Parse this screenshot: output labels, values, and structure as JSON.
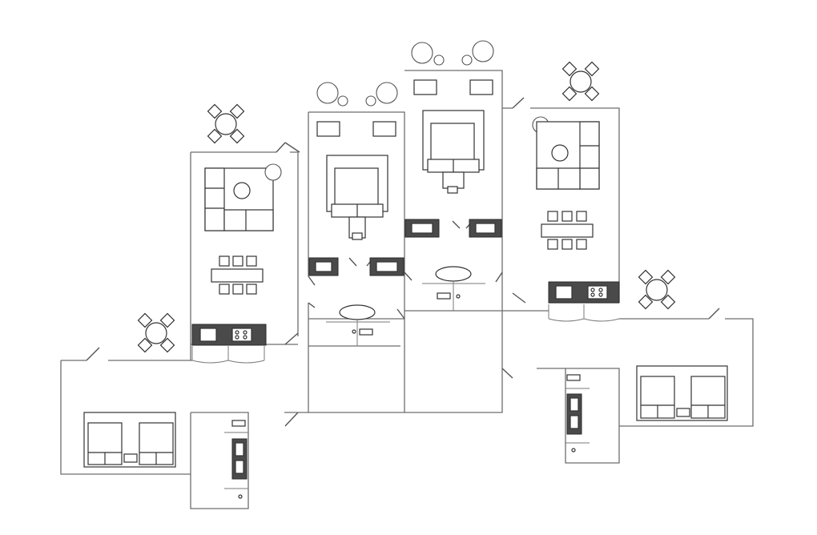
{
  "plan": {
    "kind": "apartment-block-floor-plan",
    "units": [
      {
        "id": "unit-1"
      },
      {
        "id": "unit-2"
      },
      {
        "id": "unit-3"
      },
      {
        "id": "unit-4"
      }
    ],
    "colors": {
      "wall": "#6e6e6e",
      "furniture": "#333333",
      "counter": "#4a4a4a",
      "background": "#ffffff"
    },
    "icons": [
      "bed-icon",
      "sofa-icon",
      "dining-table-icon",
      "kitchen-counter-icon",
      "patio-table-icon",
      "plant-icon",
      "bathtub-icon",
      "door-swing-icon"
    ]
  }
}
